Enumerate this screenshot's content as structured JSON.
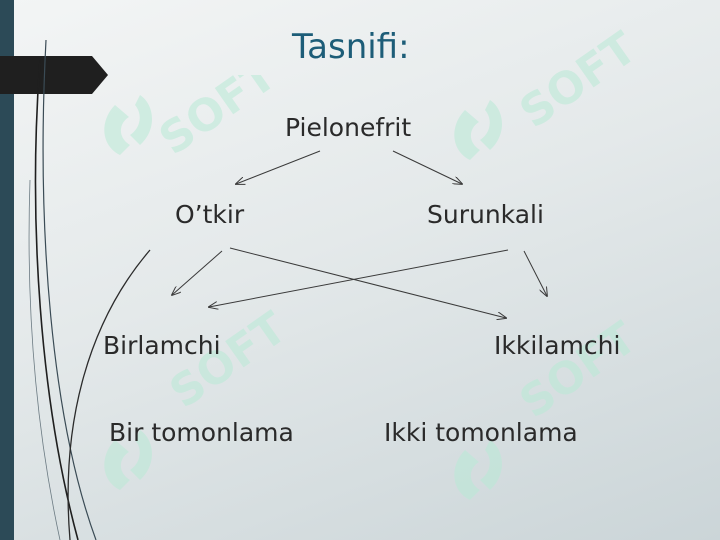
{
  "slide": {
    "title": "Tasnifi:",
    "nodes": {
      "root": "Pielonefrit",
      "acute": "O’tkir",
      "chronic": "Surunkali",
      "primary": "Birlamchi",
      "secondary": "Ikkilamchi",
      "unilateral": "Bir tomonlama",
      "bilateral": "Ikki tomonlama"
    }
  },
  "colors": {
    "title": "#1d5d78",
    "text": "#2a2a2a",
    "left_bar": "#2c4a57",
    "left_tab": "#1f1f1f",
    "watermark": "#b9ead6"
  },
  "watermark": {
    "text": "SOFT",
    "icon": "soft-logo-icon"
  }
}
